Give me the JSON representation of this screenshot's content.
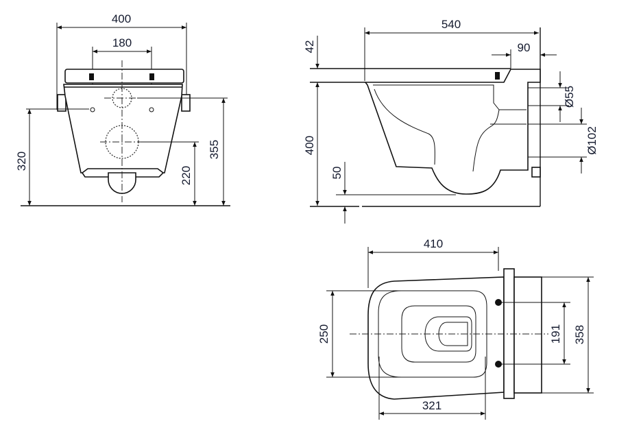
{
  "drawing": {
    "front_view": {
      "width_label": "400",
      "fixing_spacing_label": "180",
      "fixing_height_label": "320",
      "outlet_height_label": "220",
      "inlet_height_label": "355"
    },
    "side_view": {
      "depth_label": "540",
      "rear_offset_label": "90",
      "seat_thickness_label": "42",
      "rim_height_label": "400",
      "bottom_clearance_label": "50",
      "inlet_diameter_label": "Ø55",
      "outlet_diameter_label": "Ø102"
    },
    "top_view": {
      "length_label": "410",
      "inner_width_label": "250",
      "fixing_spacing_label": "191",
      "overall_width_label": "358",
      "inner_length_label": "321"
    }
  }
}
